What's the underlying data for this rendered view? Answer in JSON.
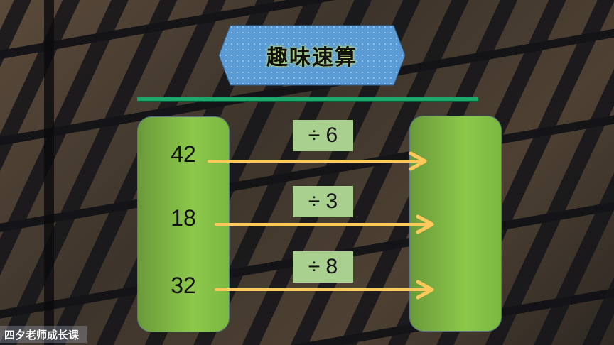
{
  "title": "趣味速算",
  "left_numbers": [
    "42",
    "18",
    "32"
  ],
  "operations": [
    "÷ 6",
    "÷ 3",
    "÷ 8"
  ],
  "right_answers": [
    "",
    "",
    ""
  ],
  "watermark": "四夕老师成长课",
  "colors": {
    "banner": "#5b9bd5",
    "divider": "#1ea56a",
    "box_green": "#8cc84a",
    "op_box": "#a9d08e",
    "arrow": "#ffc85a"
  }
}
